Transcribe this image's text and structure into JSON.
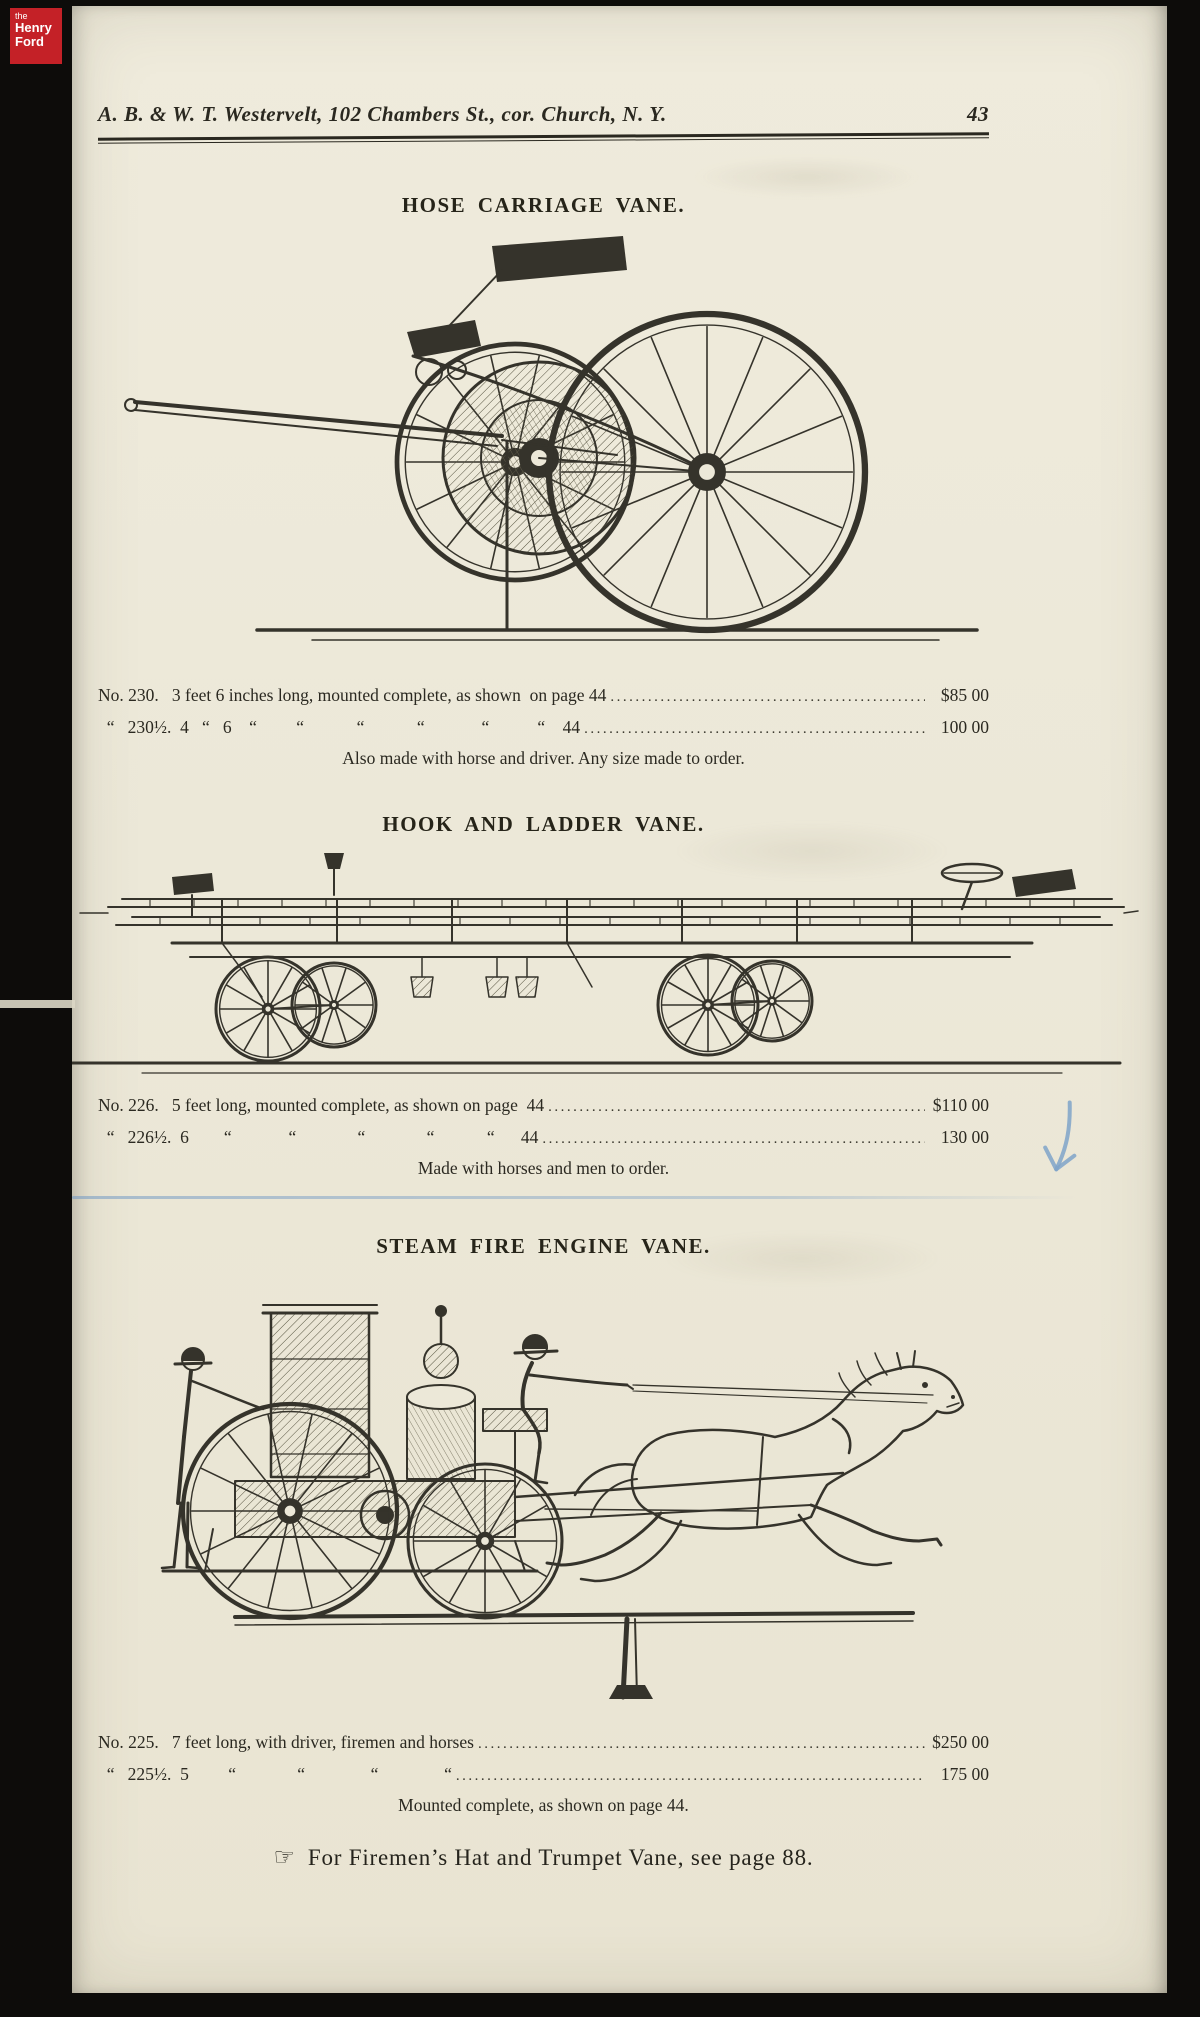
{
  "logo": {
    "line1": "the",
    "line2": "Henry",
    "line3": "Ford"
  },
  "header": {
    "title": "A. B. & W. T. Westervelt, 102 Chambers St., cor. Church, N. Y.",
    "page_number": "43"
  },
  "leader_dots": "........................................................................................................",
  "sections": [
    {
      "title": "HOSE CARRIAGE VANE.",
      "rows": [
        {
          "item": "No. 230.   3 feet 6 inches long, mounted complete, as shown  on page 44",
          "price": "$85 00"
        },
        {
          "item": "  “   230½.  4   “   6    “         “            “            “             “           “    44",
          "price": "100 00"
        }
      ],
      "note": "Also made with horse and driver.   Any size made to order."
    },
    {
      "title": "HOOK AND LADDER VANE.",
      "rows": [
        {
          "item": "No. 226.   5 feet long, mounted complete, as shown on page  44",
          "price": "$110 00"
        },
        {
          "item": "  “   226½.  6        “             “              “              “            “      44",
          "price": "130 00"
        }
      ],
      "note": "Made with horses and men to order."
    },
    {
      "title": "STEAM FIRE ENGINE VANE.",
      "rows": [
        {
          "item": "No. 225.   7 feet long, with driver, firemen and horses",
          "price": "$250 00"
        },
        {
          "item": "  “   225½.  5         “              “               “               “",
          "price": "175 00"
        }
      ],
      "note": "Mounted complete, as shown on page 44."
    }
  ],
  "footer": {
    "manicule": "☞",
    "text": "For Firemen’s Hat and Trumpet Vane, see page 88."
  },
  "colors": {
    "ink": "#35332b",
    "paper": "#ece8d8",
    "logo_red": "#c42127",
    "pencil_blue": "#7fa3c9",
    "scan_black": "#0d0c0a"
  }
}
